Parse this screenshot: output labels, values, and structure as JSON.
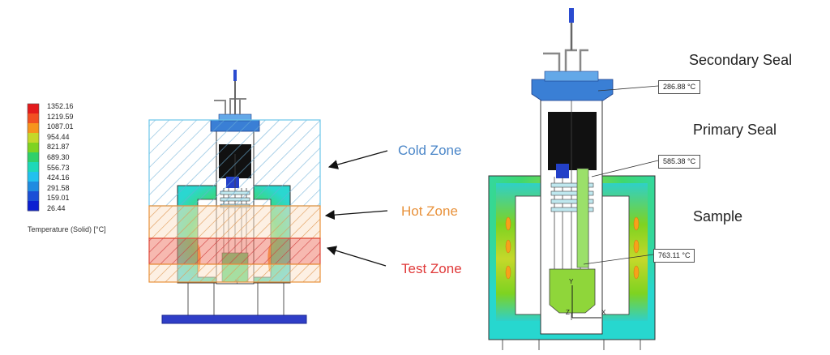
{
  "legend": {
    "title": "Temperature (Solid) [°C]",
    "values": [
      "1352.16",
      "1219.59",
      "1087.01",
      "954.44",
      "821.87",
      "689.30",
      "556.73",
      "424.16",
      "291.58",
      "159.01",
      "26.44"
    ],
    "colors": [
      "#e41a1c",
      "#f25022",
      "#f7941d",
      "#c5d82a",
      "#7ed321",
      "#2fd06a",
      "#1ed8b8",
      "#22c1ee",
      "#1f8be0",
      "#1b4fd6",
      "#0b1fd1"
    ]
  },
  "zones": {
    "cold": {
      "label": "Cold Zone",
      "color": "#4a86c8"
    },
    "hot": {
      "label": "Hot Zone",
      "color": "#e8913a"
    },
    "test": {
      "label": "Test Zone",
      "color": "#e03a3a"
    }
  },
  "right": {
    "secondary_seal": "Secondary Seal",
    "primary_seal": "Primary Seal",
    "sample": "Sample",
    "t_secondary": "286.88 °C",
    "t_primary": "585.38 °C",
    "t_sample": "763.11 °C"
  },
  "axis": {
    "x": "X",
    "y": "Y",
    "z": "Z"
  }
}
